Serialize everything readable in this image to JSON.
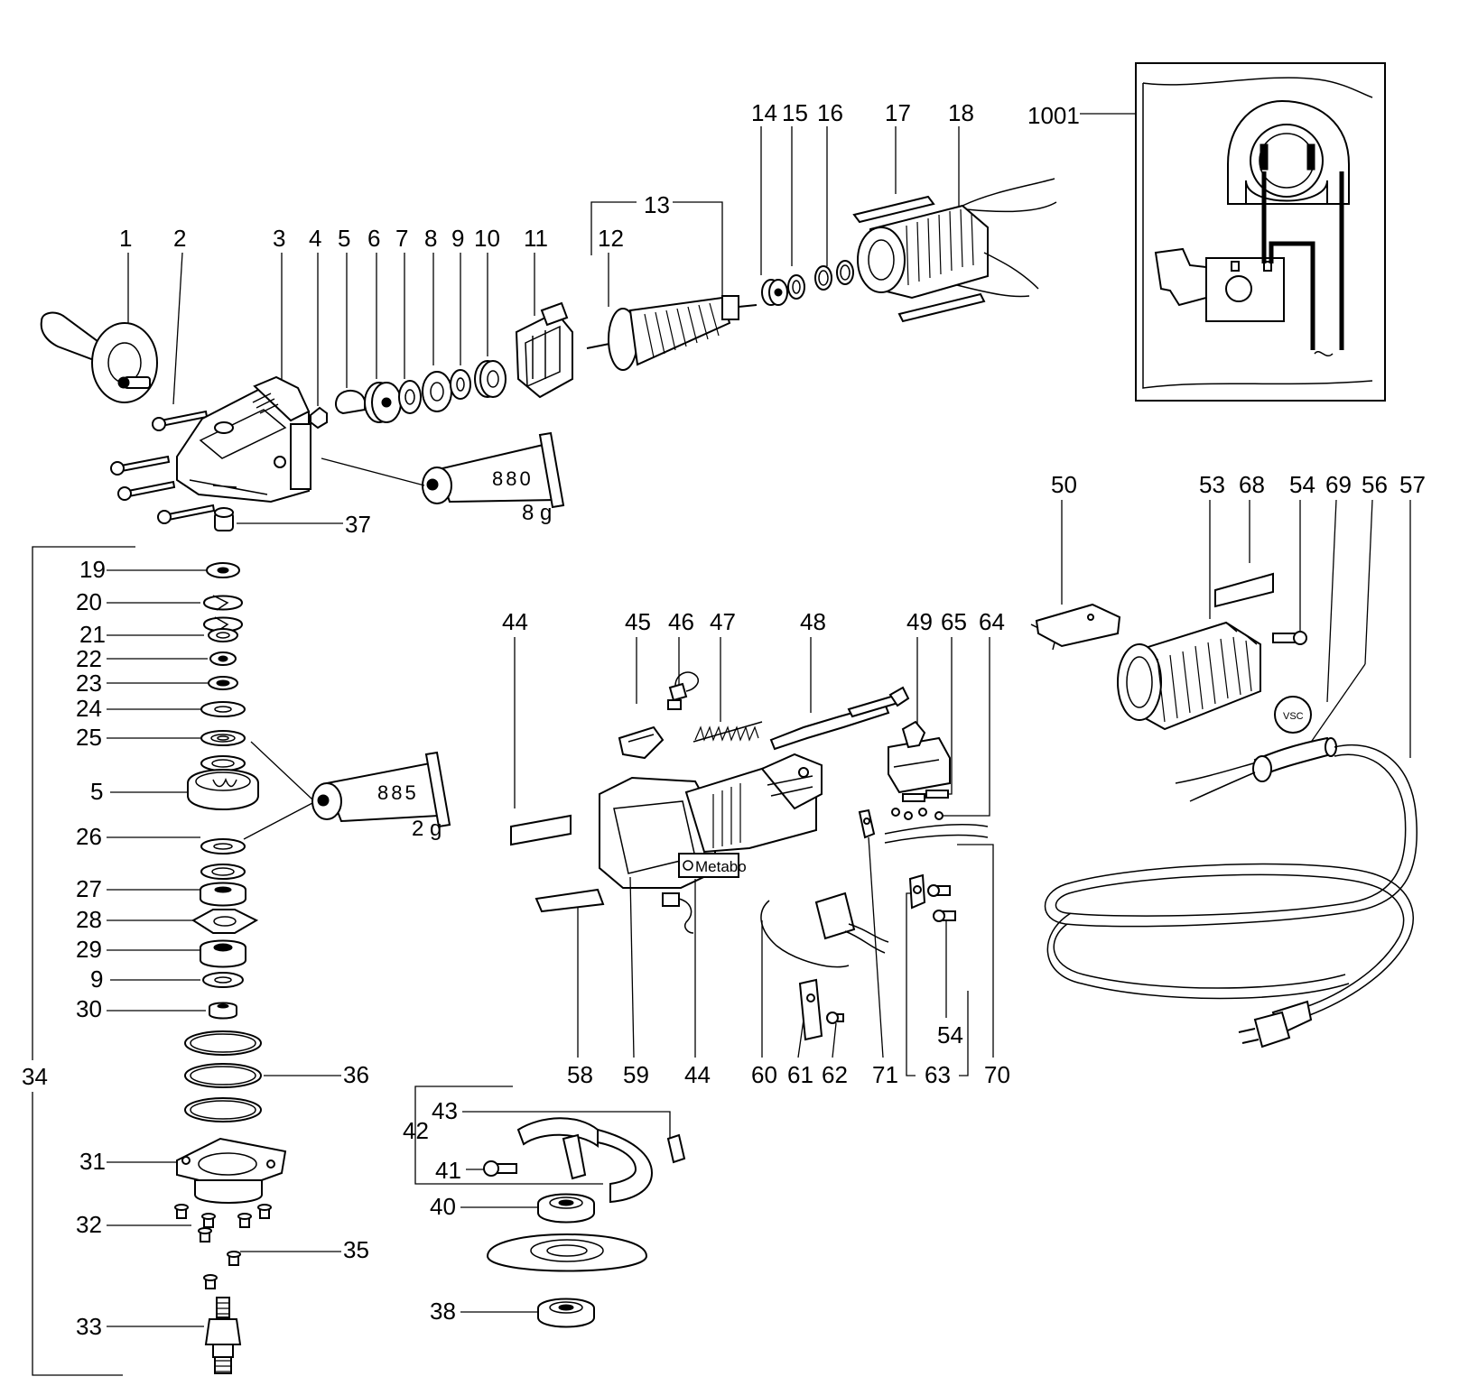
{
  "diagram": {
    "part_numbers": [
      "1",
      "2",
      "3",
      "4",
      "5",
      "6",
      "7",
      "8",
      "9",
      "10",
      "11",
      "12",
      "13",
      "14",
      "15",
      "16",
      "17",
      "18",
      "1001",
      "19",
      "20",
      "21",
      "22",
      "23",
      "24",
      "25",
      "5",
      "26",
      "27",
      "28",
      "29",
      "9",
      "30",
      "36",
      "34",
      "31",
      "32",
      "35",
      "33",
      "37",
      "50",
      "53",
      "68",
      "54",
      "69",
      "56",
      "57",
      "44",
      "45",
      "46",
      "47",
      "48",
      "49",
      "65",
      "64",
      "58",
      "59",
      "44",
      "60",
      "61",
      "62",
      "71",
      "63",
      "70",
      "54",
      "42",
      "43",
      "41",
      "40",
      "38"
    ],
    "grease_top": {
      "code": "880",
      "amount": "8 g"
    },
    "grease_mid": {
      "code": "885",
      "amount": "2 g"
    },
    "housing_brand": "Metabo",
    "badge_text": "VSC"
  }
}
